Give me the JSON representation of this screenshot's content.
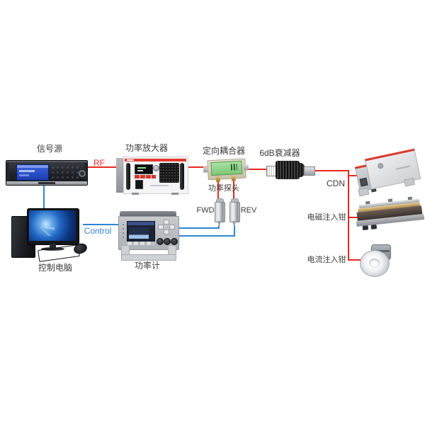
{
  "diagram": {
    "labels": {
      "signal_source": "信号源",
      "power_amplifier": "功率放大器",
      "directional_coupler": "定向耦合器",
      "attenuator": "6dB衰减器",
      "power_probe": "功率探头",
      "fwd": "FWD",
      "rev": "REV",
      "cdn": "CDN",
      "em_injection_clamp": "电磁注入钳",
      "current_injection_clamp": "电流注入钳",
      "control_pc": "控制电脑",
      "power_meter": "功率计",
      "rf": "RF",
      "control": "Control"
    },
    "colors": {
      "rf_line": "#e8281e",
      "control_line": "#2f86d2",
      "label_text": "#3b3b3b"
    }
  }
}
